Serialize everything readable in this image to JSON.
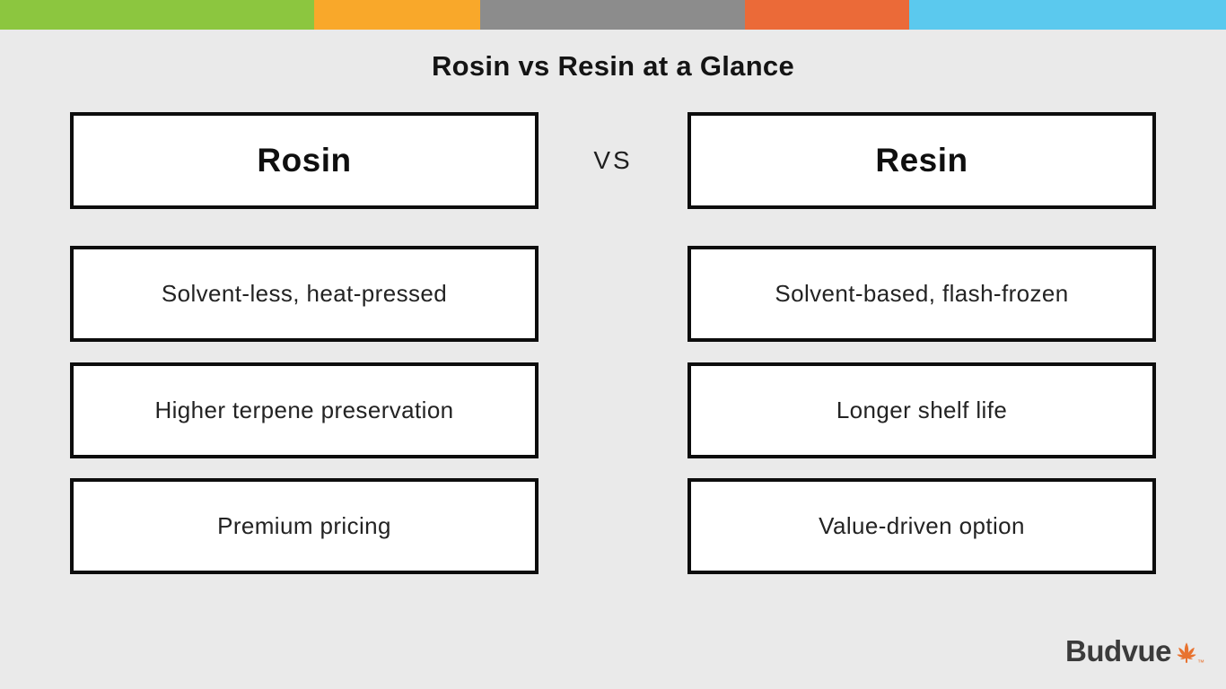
{
  "page": {
    "title": "Rosin vs Resin at a Glance",
    "vs_label": "VS",
    "background_color": "#EAEAEA"
  },
  "stripe": {
    "colors": [
      "#8CC63F",
      "#F9A82A",
      "#8C8C8C",
      "#EB6A38",
      "#5BC9EE"
    ]
  },
  "comparison": {
    "left": {
      "header": "Rosin",
      "items": [
        "Solvent-less, heat-pressed",
        "Higher terpene preservation",
        "Premium pricing"
      ]
    },
    "right": {
      "header": "Resin",
      "items": [
        "Solvent-based, flash-frozen",
        "Longer shelf life",
        "Value-driven option"
      ]
    }
  },
  "branding": {
    "logo_text": "Budvue",
    "trademark": "™",
    "leaf_icon": "cannabis-leaf-icon",
    "leaf_color": "#E8722F",
    "text_color": "#3B3B3B"
  }
}
